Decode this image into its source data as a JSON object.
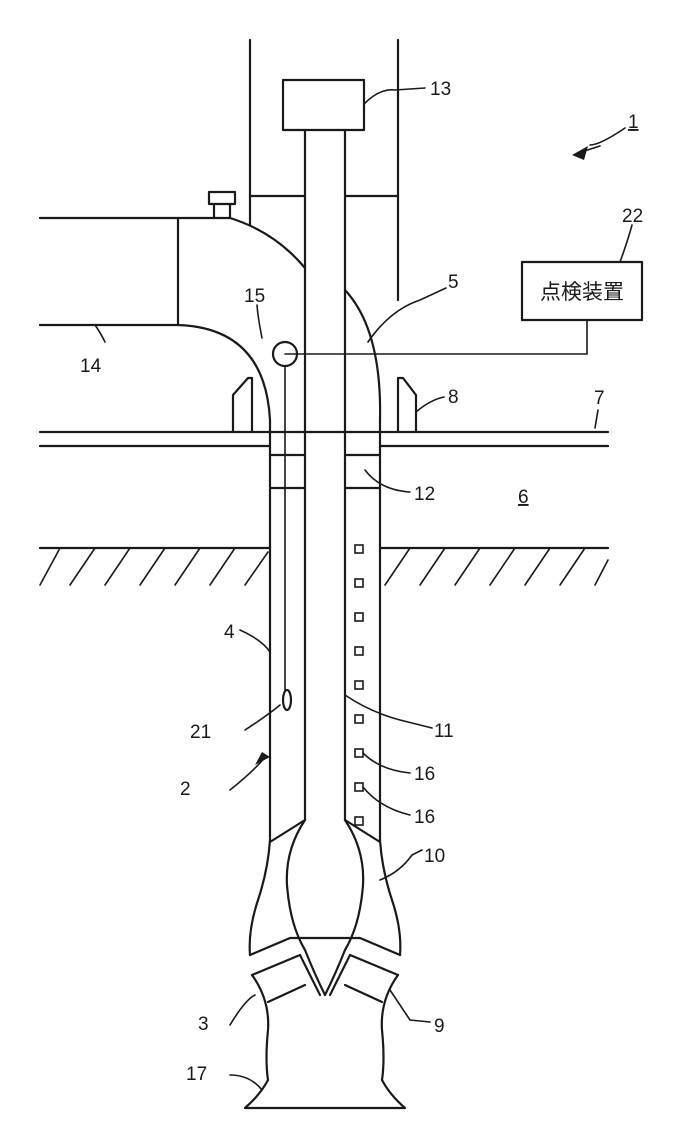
{
  "labels": {
    "device_no": "1",
    "pump": "2",
    "impeller_casing": "3",
    "column_pipe": "4",
    "discharge_bend": "5",
    "pump_pit": "6",
    "floor": "7",
    "base": "8",
    "impeller": "9",
    "diffuser": "10",
    "shaft": "11",
    "flange": "12",
    "motor": "13",
    "discharge_pipe": "14",
    "port": "15",
    "bearing_a": "16",
    "bearing_b": "16",
    "suction_bell": "17",
    "probe": "21",
    "inspection_device": "22"
  },
  "inspection_device_text": "点検装置"
}
